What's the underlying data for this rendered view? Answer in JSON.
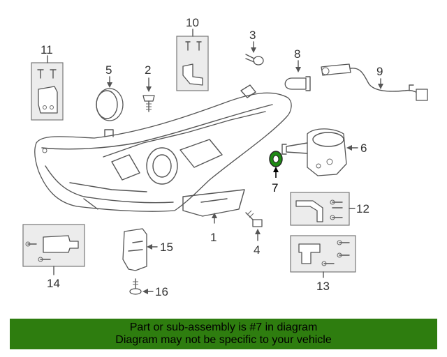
{
  "callouts": {
    "c1": "1",
    "c2": "2",
    "c3": "3",
    "c4": "4",
    "c5": "5",
    "c6": "6",
    "c7": "7",
    "c8": "8",
    "c9": "9",
    "c10": "10",
    "c11": "11",
    "c12": "12",
    "c13": "13",
    "c14": "14",
    "c15": "15",
    "c16": "16"
  },
  "highlight": {
    "part": "7",
    "color": "#1f8a15"
  },
  "banner": {
    "line1": "Part or sub-assembly is #7 in diagram",
    "line2": "Diagram may not be specific to your vehicle",
    "color": "#2e7d0f"
  }
}
